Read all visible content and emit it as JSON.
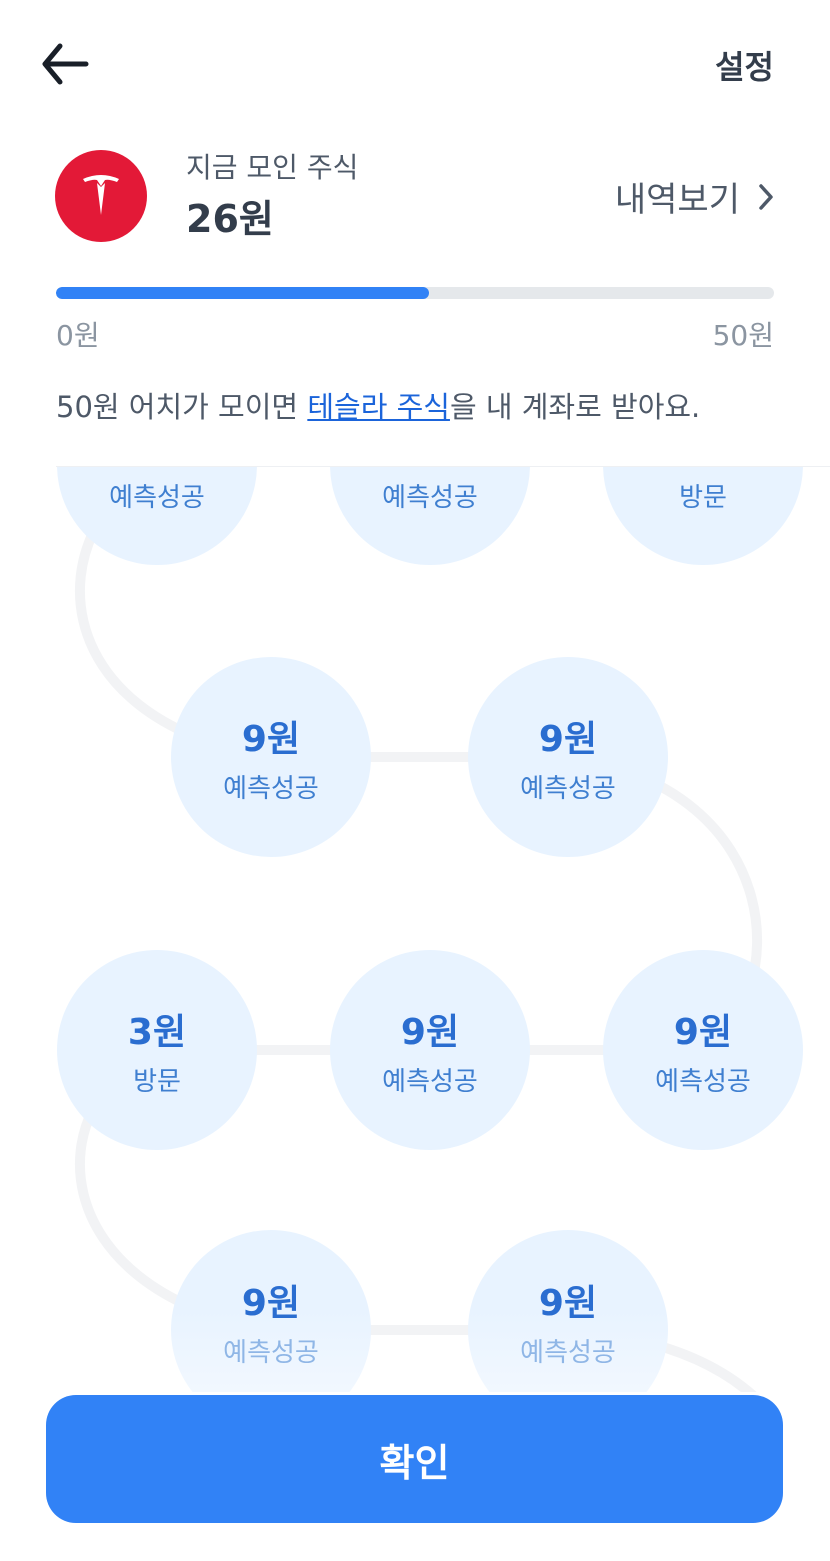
{
  "header": {
    "settings_label": "설정"
  },
  "summary": {
    "subtitle": "지금 모인 주식",
    "amount": "26원",
    "history_label": "내역보기"
  },
  "progress": {
    "current": 26,
    "goal": 50,
    "min_label": "0원",
    "max_label": "50원"
  },
  "description": {
    "prefix": "50원 어치가 모이면 ",
    "link": "테슬라 주식",
    "suffix": "을 내 계좌로 받아요."
  },
  "nodes": [
    {
      "amount": "",
      "label": "예측성공"
    },
    {
      "amount": "",
      "label": "예측성공"
    },
    {
      "amount": "",
      "label": "방문"
    },
    {
      "amount": "9원",
      "label": "예측성공"
    },
    {
      "amount": "9원",
      "label": "예측성공"
    },
    {
      "amount": "3원",
      "label": "방문"
    },
    {
      "amount": "9원",
      "label": "예측성공"
    },
    {
      "amount": "9원",
      "label": "예측성공"
    },
    {
      "amount": "9원",
      "label": "예측성공"
    },
    {
      "amount": "9원",
      "label": "예측성공"
    }
  ],
  "confirm_label": "확인",
  "colors": {
    "accent": "#3182f6",
    "node_bg": "#e8f3ff",
    "brand": "#e31937"
  }
}
